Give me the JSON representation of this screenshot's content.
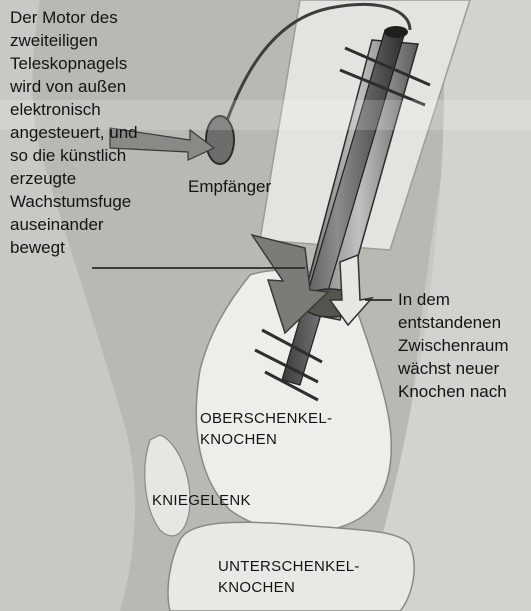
{
  "labels": {
    "motor": [
      "Der Motor des",
      "zweiteiligen",
      "Teleskopnagels",
      "wird von außen",
      "elektronisch",
      "angesteuert, und",
      "so die künstlich",
      "erzeugte",
      "Wachstumsfuge",
      "auseinander",
      "bewegt"
    ],
    "receiver": "Empfänger",
    "gap": [
      "In dem",
      "entstandenen",
      "Zwischenraum",
      "wächst neuer",
      "Knochen nach"
    ],
    "femur": [
      "OBERSCHENKEL-",
      "KNOCHEN"
    ],
    "knee": "KNIEGELENK",
    "tibia": [
      "UNTERSCHENKEL-",
      "KNOCHEN"
    ]
  }
}
